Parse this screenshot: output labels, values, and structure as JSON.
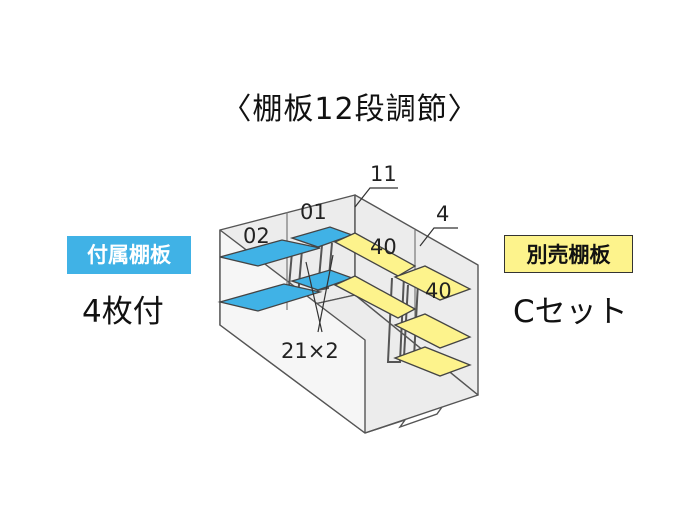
{
  "title": "〈棚板12段調節〉",
  "left_badge": "付属棚板",
  "left_sub": "4枚付",
  "right_badge": "別売棚板",
  "right_sub": "Cセット",
  "labels": {
    "l02": "02",
    "l01": "01",
    "l11": "11",
    "l4": "4",
    "l40a": "40",
    "l40b": "40",
    "l21x2": "21×2"
  },
  "colors": {
    "blue_shelf": "#40b2e6",
    "yellow_shelf": "#fdf38c",
    "wall": "#ececec"
  }
}
